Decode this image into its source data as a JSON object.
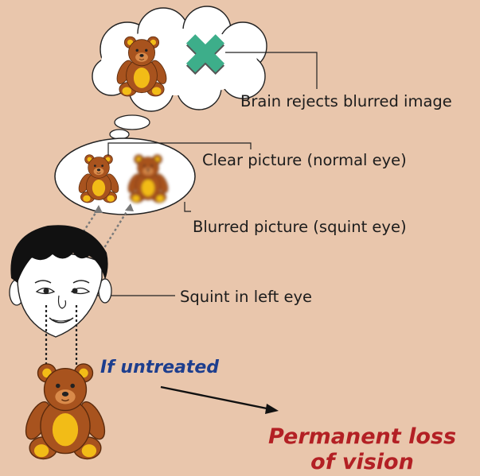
{
  "labels": {
    "brain_rejects": "Brain rejects blurred image",
    "clear_picture": "Clear picture (normal eye)",
    "blurred_picture": "Blurred picture (squint eye)",
    "squint": "Squint in left eye",
    "if_untreated": "If untreated",
    "outcome_line1": "Permanent loss",
    "outcome_line2": "of vision"
  },
  "colors": {
    "background": "#e9c6ac",
    "bear_brown": "#a8531e",
    "bear_yellow": "#f2bc17",
    "reject_cross": "#3dae8a",
    "untreated_text": "#1d3e8e",
    "outcome_text": "#b32024"
  },
  "icons": {
    "reject_mark": "cross-icon",
    "bear": "teddy-bear-icon",
    "child": "child-face-icon"
  }
}
